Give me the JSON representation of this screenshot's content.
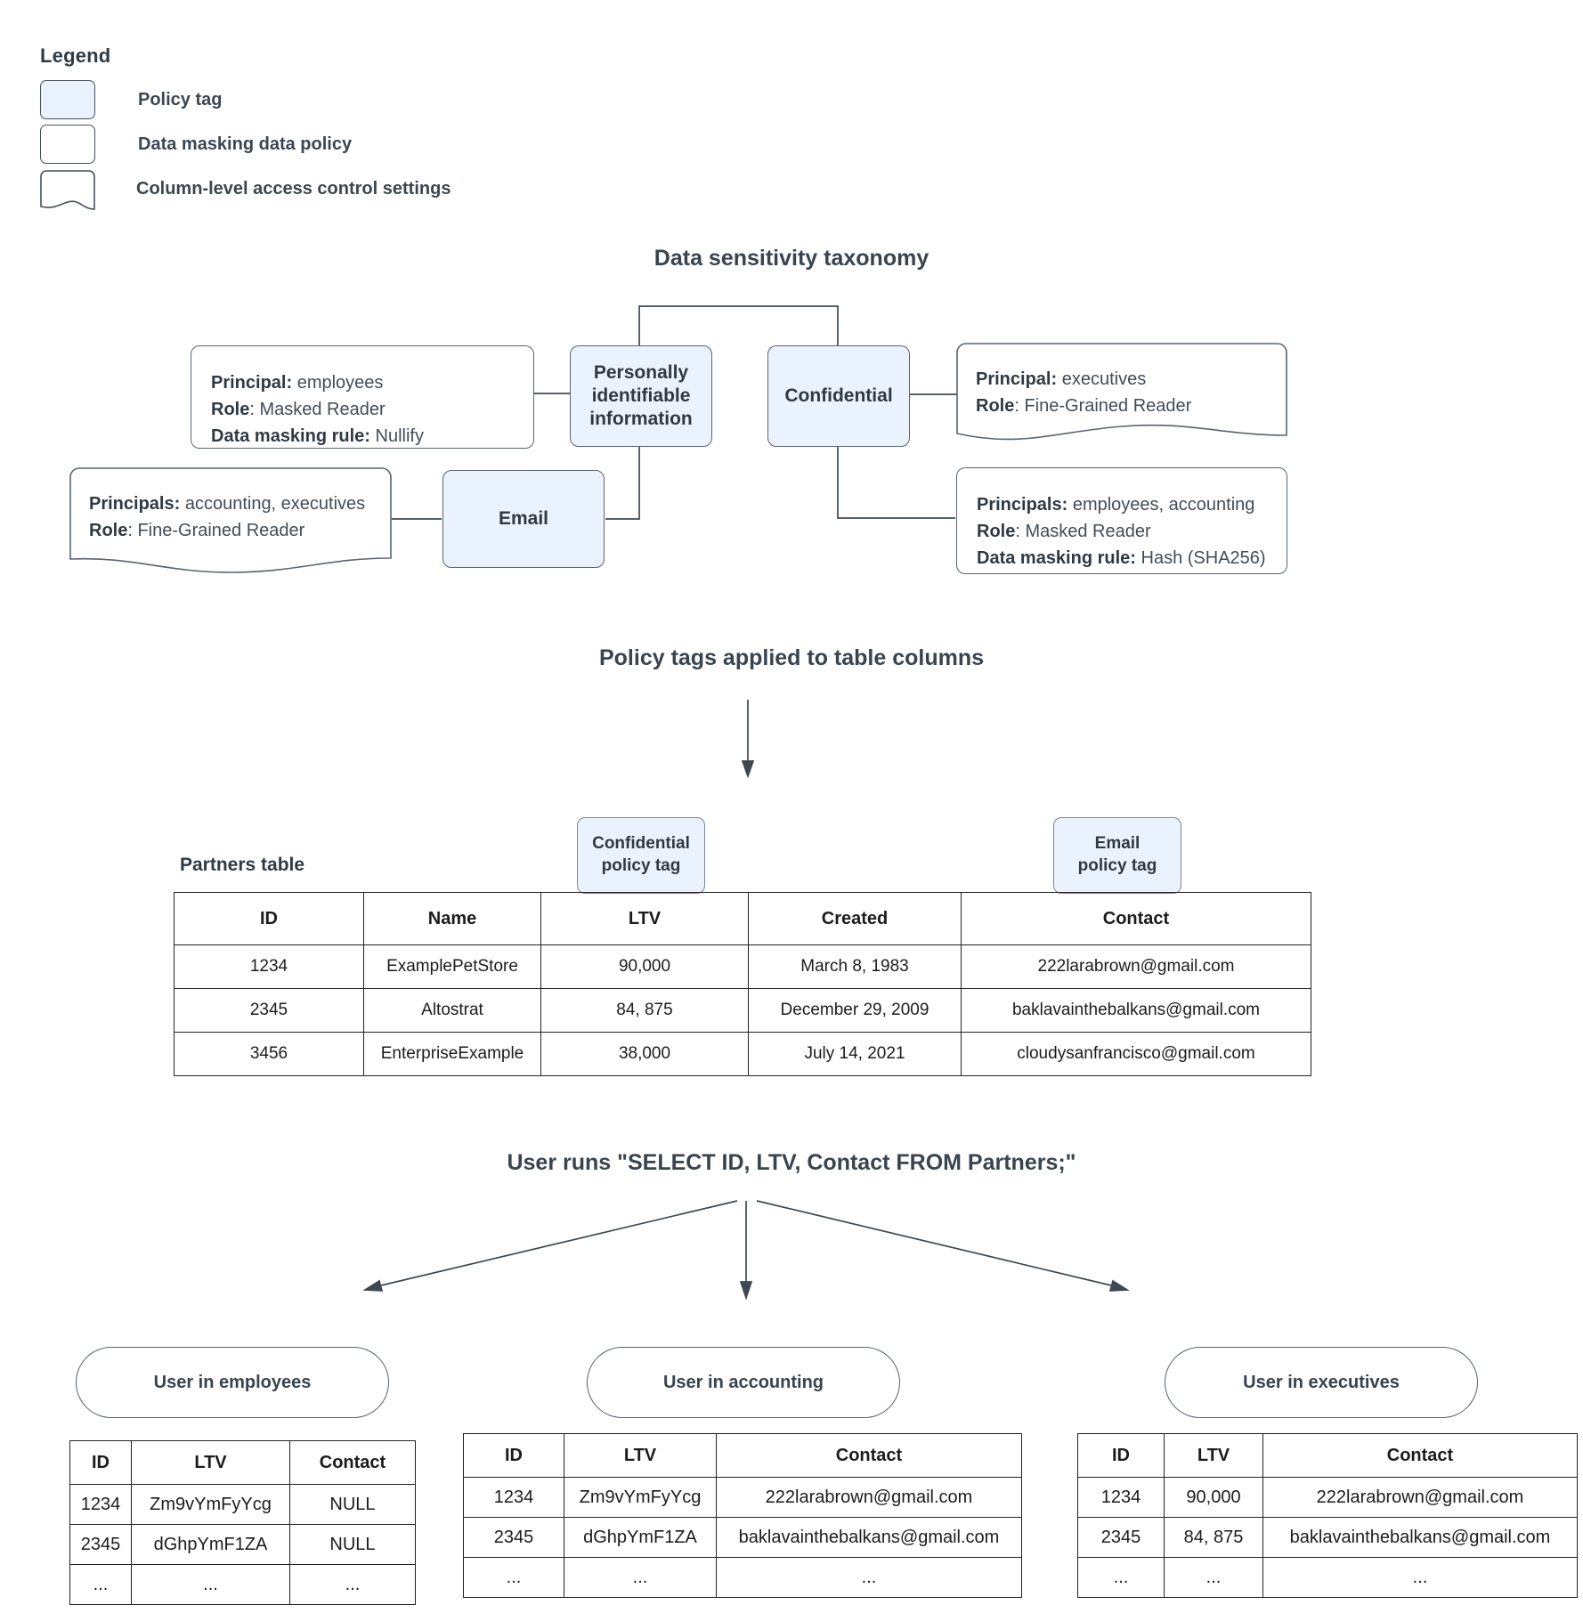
{
  "legend": {
    "title": "Legend",
    "items": [
      {
        "label": "Policy tag",
        "swatch": "policy-tag-swatch"
      },
      {
        "label": "Data masking data policy",
        "swatch": "data-masking-swatch"
      },
      {
        "label": "Column-level access control settings",
        "swatch": "column-access-swatch"
      }
    ]
  },
  "taxonomy": {
    "heading": "Data sensitivity taxonomy",
    "nodes": {
      "pii": "Personally identifiable information",
      "confidential": "Confidential",
      "email": "Email"
    },
    "boxes": {
      "pii_masking": {
        "principal_label": "Principal:",
        "principal_value": " employees",
        "role_label": "Role",
        "role_value": ": Masked Reader",
        "rule_label": "Data masking rule:",
        "rule_value": " Nullify"
      },
      "email_access": {
        "principal_label": "Principals:",
        "principal_value": " accounting, executives",
        "role_label": "Role",
        "role_value": ": Fine-Grained Reader"
      },
      "confidential_access": {
        "principal_label": "Principal:",
        "principal_value": " executives",
        "role_label": "Role",
        "role_value": ": Fine-Grained Reader"
      },
      "confidential_masking": {
        "principal_label": "Principals:",
        "principal_value": " employees, accounting",
        "role_label": "Role",
        "role_value": ": Masked Reader",
        "rule_label": "Data masking rule:",
        "rule_value": " Hash (SHA256)"
      }
    }
  },
  "applied": {
    "heading": "Policy tags applied to table columns",
    "table_label": "Partners table",
    "tags": {
      "confidential": "Confidential\npolicy tag",
      "confidential_l1": "Confidential",
      "confidential_l2": "policy tag",
      "email_l1": "Email",
      "email_l2": "policy tag"
    },
    "partners": {
      "columns": [
        "ID",
        "Name",
        "LTV",
        "Created",
        "Contact"
      ],
      "rows": [
        [
          "1234",
          "ExamplePetStore",
          "90,000",
          "March 8, 1983",
          "222larabrown@gmail.com"
        ],
        [
          "2345",
          "Altostrat",
          "84, 875",
          "December 29, 2009",
          "baklavainthebalkans@gmail.com"
        ],
        [
          "3456",
          "EnterpriseExample",
          "38,000",
          "July 14, 2021",
          "cloudysanfrancisco@gmail.com"
        ]
      ]
    }
  },
  "query": {
    "heading": "User runs \"SELECT ID, LTV, Contact FROM Partners;\"",
    "results": [
      {
        "user": "User in employees",
        "columns": [
          "ID",
          "LTV",
          "Contact"
        ],
        "rows": [
          [
            "1234",
            "Zm9vYmFyYcg",
            "NULL"
          ],
          [
            "2345",
            "dGhpYmF1ZA",
            "NULL"
          ],
          [
            "...",
            "...",
            "..."
          ]
        ]
      },
      {
        "user": "User in accounting",
        "columns": [
          "ID",
          "LTV",
          "Contact"
        ],
        "rows": [
          [
            "1234",
            "Zm9vYmFyYcg",
            "222larabrown@gmail.com"
          ],
          [
            "2345",
            "dGhpYmF1ZA",
            "baklavainthebalkans@gmail.com"
          ],
          [
            "...",
            "...",
            "..."
          ]
        ]
      },
      {
        "user": "User in executives",
        "columns": [
          "ID",
          "LTV",
          "Contact"
        ],
        "rows": [
          [
            "1234",
            "90,000",
            "222larabrown@gmail.com"
          ],
          [
            "2345",
            "84, 875",
            "baklavainthebalkans@gmail.com"
          ],
          [
            "...",
            "...",
            "..."
          ]
        ]
      }
    ]
  },
  "colors": {
    "policy_tag_fill": "#eaf2fd",
    "stroke": "#5a6472",
    "text": "#303a45",
    "table_border": "#222222"
  }
}
